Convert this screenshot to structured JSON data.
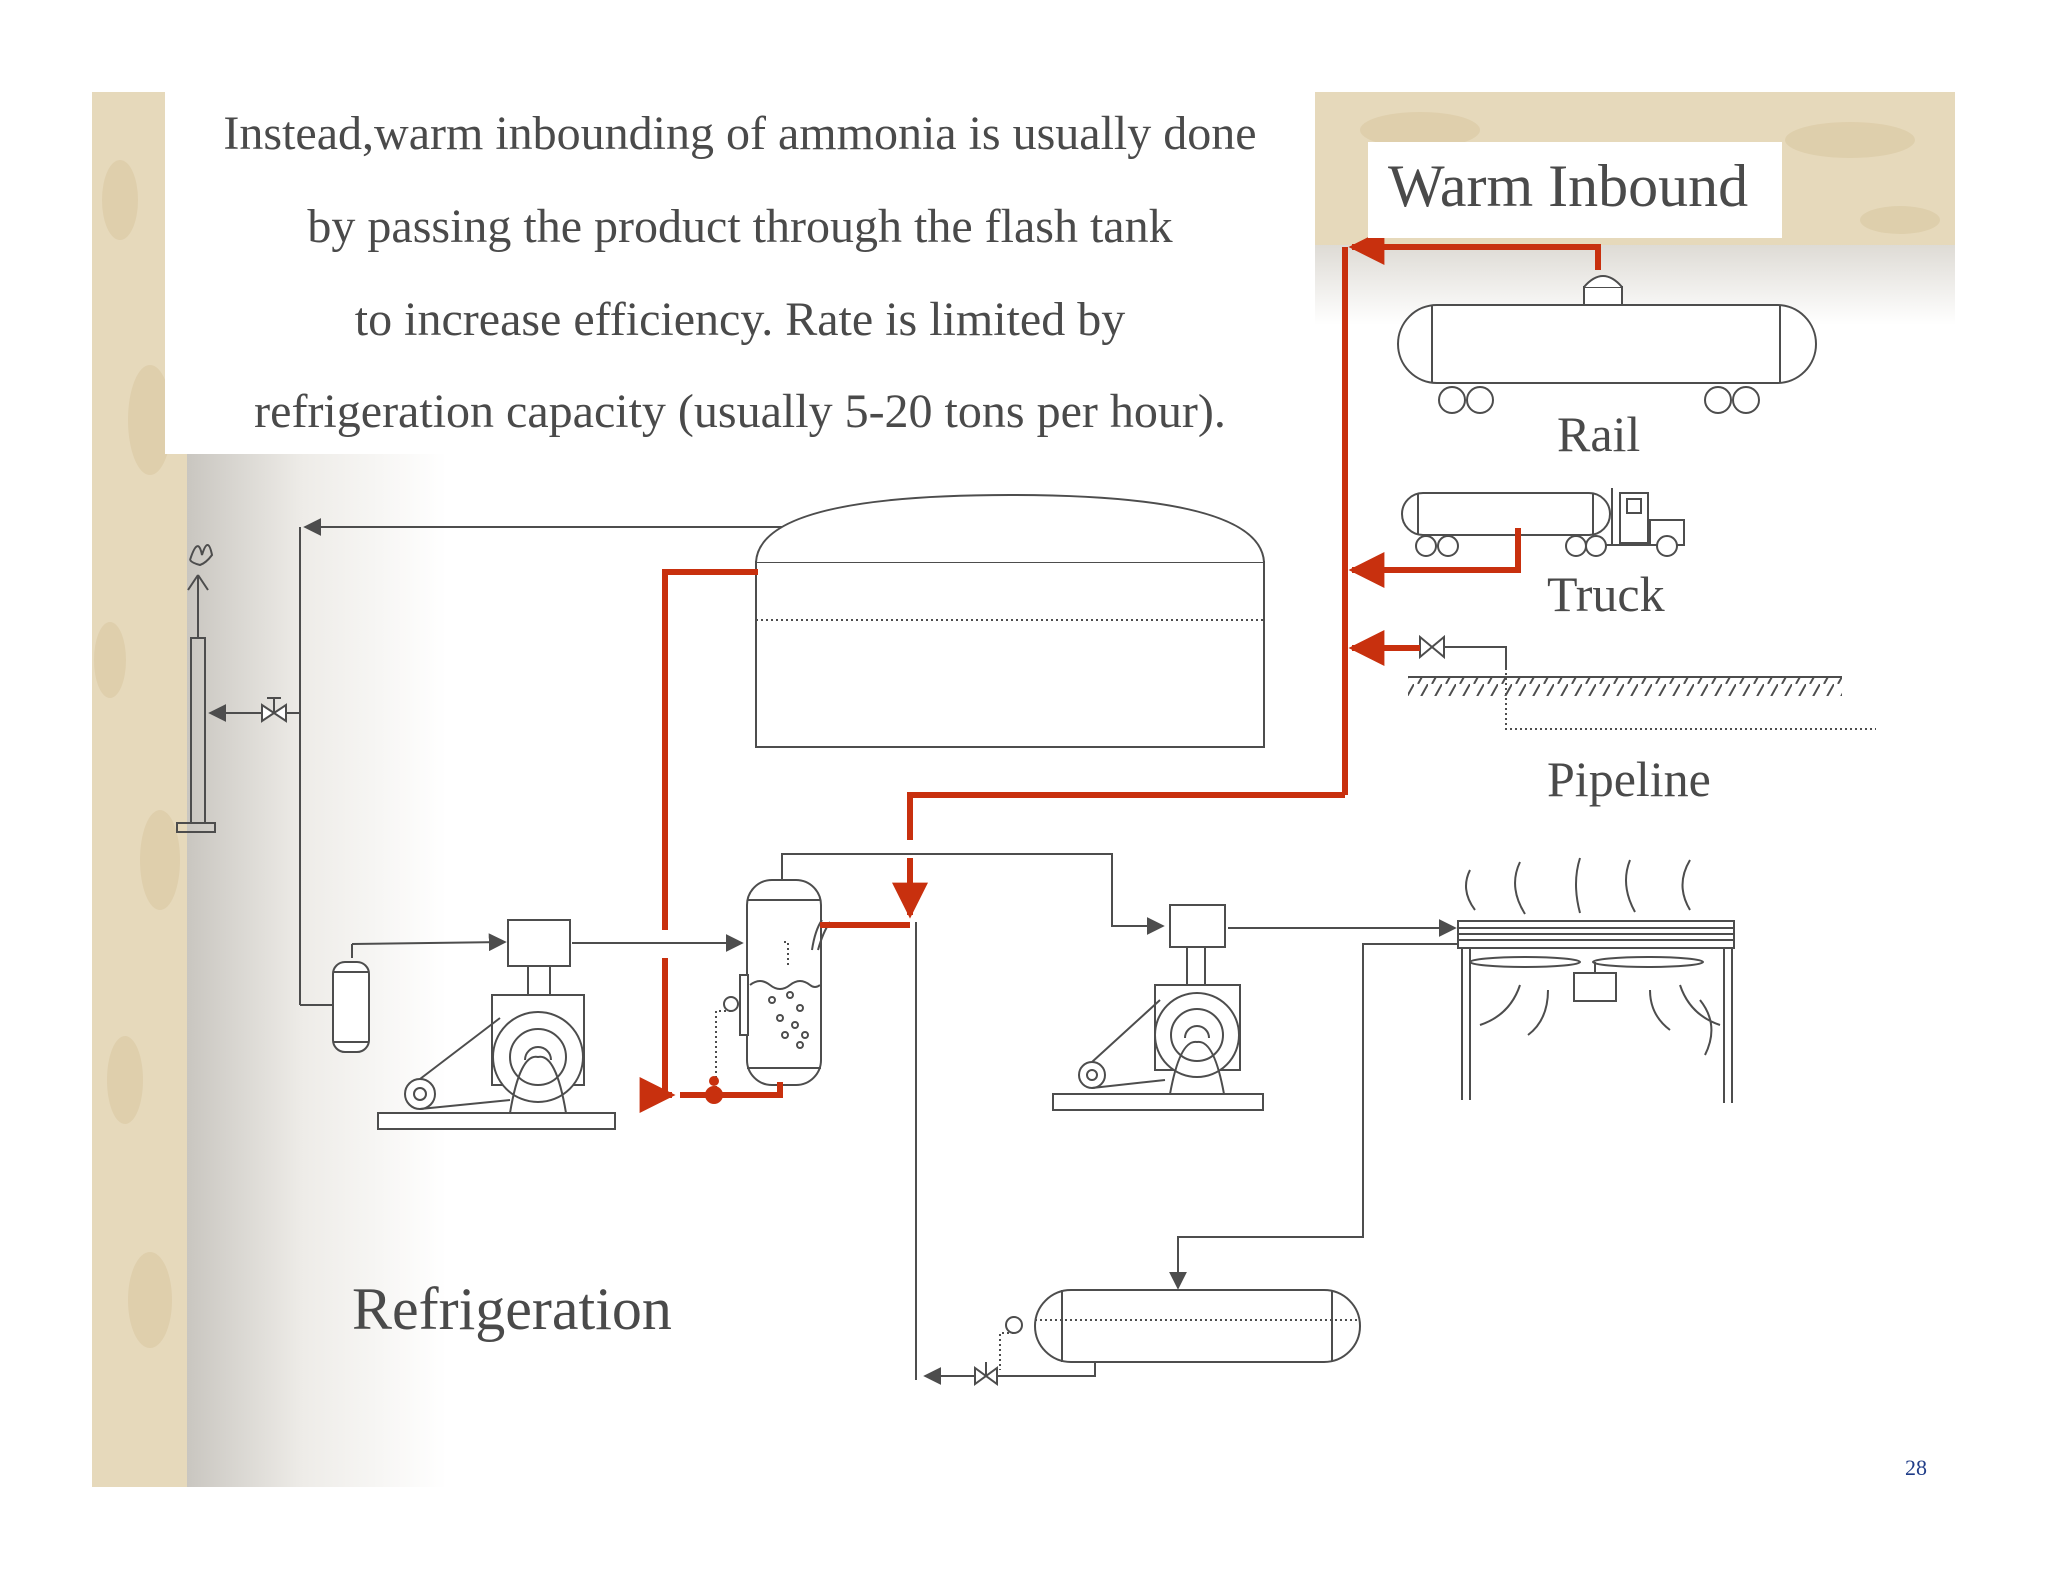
{
  "intro": {
    "lines": [
      "Instead,warm inbounding of ammonia is usually done",
      "by passing the product through the flash tank",
      "to increase efficiency.  Rate is limited by",
      "refrigeration capacity (usually 5-20 tons per hour)."
    ]
  },
  "labels": {
    "warm_inbound": "Warm Inbound",
    "rail": "Rail",
    "truck": "Truck",
    "pipeline": "Pipeline",
    "refrigeration": "Refrigeration"
  },
  "page_number": "28",
  "colors": {
    "highlight_flow": "#c8300e",
    "line": "#4d4d4d",
    "parchment": "#e8dcc0",
    "page_number": "#1f3c88"
  },
  "icons": [
    "flare-stack-icon",
    "valve-icon",
    "storage-tank-icon",
    "compressor-icon",
    "flash-tank-icon",
    "condenser-icon",
    "receiver-tank-icon",
    "rail-car-icon",
    "tank-truck-icon",
    "pump-icon",
    "arrow-icon"
  ]
}
